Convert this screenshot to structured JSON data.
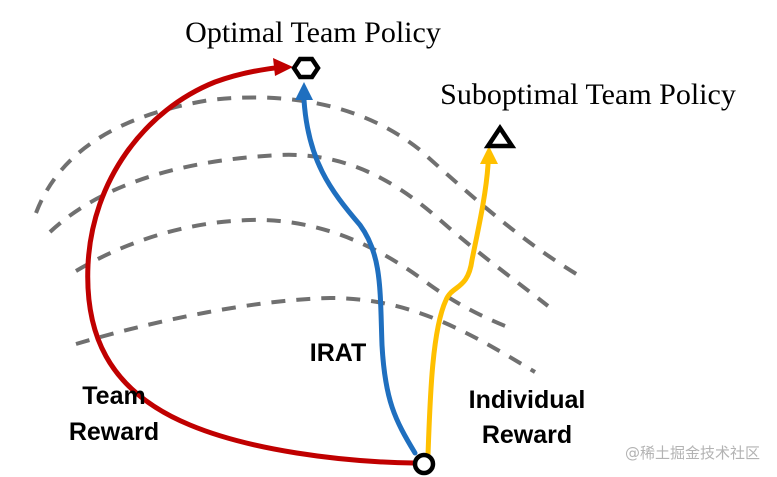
{
  "labels": {
    "optimal": "Optimal Team Policy",
    "suboptimal": "Suboptimal Team Policy",
    "irat": "IRAT",
    "team_reward_line1": "Team",
    "team_reward_line2": "Reward",
    "individual_reward_line1": "Individual",
    "individual_reward_line2": "Reward"
  },
  "watermark": "@稀土掘金技术社区",
  "colors": {
    "team_reward_path": "#c00000",
    "irat_path": "#1f6fbf",
    "individual_reward_path": "#ffc000",
    "contour": "#707070",
    "watermark": "#b3b3b3"
  },
  "icons": {
    "optimal": "hexagon-icon",
    "suboptimal": "triangle-icon",
    "start": "circle-icon"
  }
}
